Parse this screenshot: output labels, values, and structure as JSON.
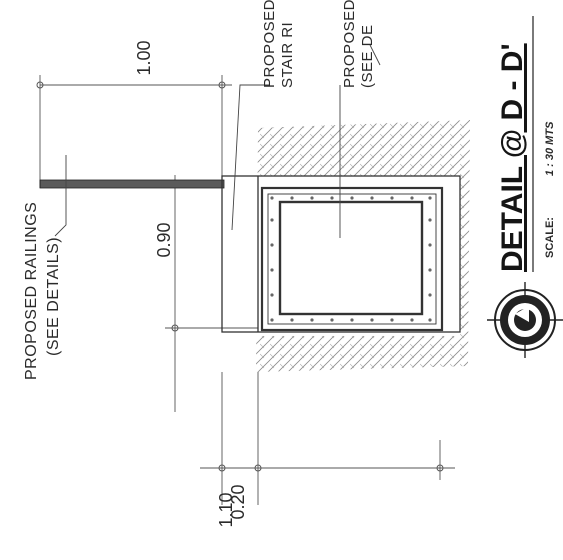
{
  "drawing": {
    "title": "DETAIL @ D - D'",
    "scale_label": "SCALE:",
    "scale_value": "1 : 30 MTS",
    "dimensions": {
      "top": "1.00",
      "middle": "0.90",
      "left_small": "0.20",
      "left_large": "1.10"
    },
    "notes": {
      "railings_line1": "PROPOSED RAILINGS",
      "railings_line2": "(SEE DETAILS)",
      "stair_line1": "PROPOSED",
      "stair_line2": "STAIR RI",
      "detail_line1": "PROPOSED",
      "detail_line2": "(SEE DE"
    }
  }
}
